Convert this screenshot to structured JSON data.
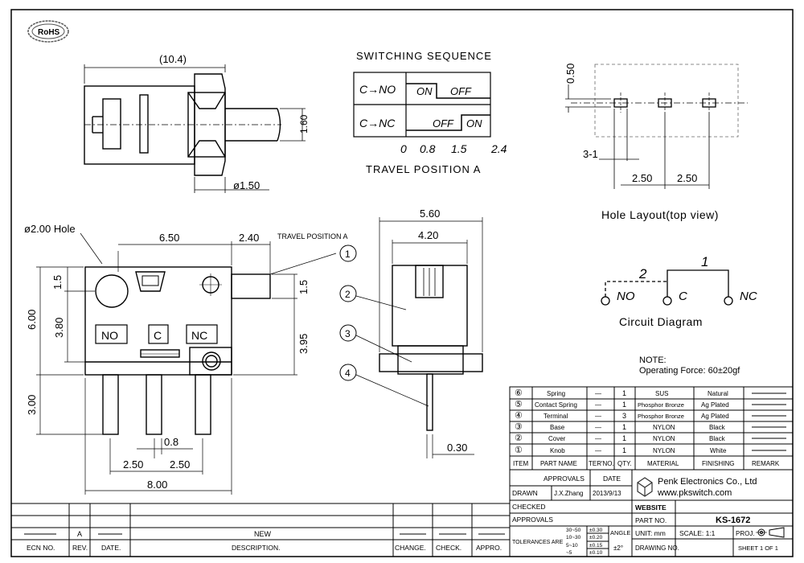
{
  "rohs": "RoHS",
  "top_view": {
    "width": "(10.4)",
    "height": "1.60",
    "dia": "ø1.50"
  },
  "switching": {
    "title": "SWITCHING SEQUENCE",
    "rows": [
      {
        "label": "C→NO",
        "on": "ON",
        "off": "OFF"
      },
      {
        "label": "C→NC",
        "off": "OFF",
        "on": "ON"
      }
    ],
    "travel_values": [
      "0",
      "0.8",
      "1.5",
      "2.4"
    ],
    "travel_label": "TRAVEL POSITION A"
  },
  "hole_layout": {
    "dim_050": "0.50",
    "dim_31": "3-1",
    "dim_250a": "2.50",
    "dim_250b": "2.50",
    "title": "Hole Layout(top view)"
  },
  "front_view": {
    "hole_label": "ø2.00 Hole",
    "dim_650": "6.50",
    "dim_240": "2.40",
    "travel_pos": "TRAVEL POSITION A",
    "dim_15a": "1.5",
    "dim_15b": "1.5",
    "dim_600": "6.00",
    "dim_380": "3.80",
    "dim_395": "3.95",
    "dim_300": "3.00",
    "dim_08": "0.8",
    "dim_250a": "2.50",
    "dim_250b": "2.50",
    "dim_800": "8.00",
    "pins": [
      "NO",
      "C",
      "NC"
    ]
  },
  "side_view": {
    "dim_560": "5.60",
    "dim_420": "4.20",
    "dim_030": "0.30",
    "callouts": [
      "1",
      "2",
      "3",
      "4"
    ]
  },
  "circuit": {
    "num2": "2",
    "num1": "1",
    "no": "NO",
    "c": "C",
    "nc": "NC",
    "title": "Circuit Diagram"
  },
  "note": {
    "title": "NOTE:",
    "text": "Operating Force: 60±20gf"
  },
  "bom": {
    "rows": [
      {
        "no": "⑥",
        "name": "Spring",
        "ter": "—",
        "qty": "1",
        "material": "SUS",
        "finishing": "Natural"
      },
      {
        "no": "⑤",
        "name": "Contact Spring",
        "ter": "—",
        "qty": "1",
        "material": "Phosphor Bronze",
        "finishing": "Ag Plated"
      },
      {
        "no": "④",
        "name": "Terminal",
        "ter": "—",
        "qty": "3",
        "material": "Phosphor Bronze",
        "finishing": "Ag Plated"
      },
      {
        "no": "③",
        "name": "Base",
        "ter": "—",
        "qty": "1",
        "material": "NYLON",
        "finishing": "Black"
      },
      {
        "no": "②",
        "name": "Cover",
        "ter": "—",
        "qty": "1",
        "material": "NYLON",
        "finishing": "Black"
      },
      {
        "no": "①",
        "name": "Knob",
        "ter": "—",
        "qty": "1",
        "material": "NYLON",
        "finishing": "White"
      }
    ],
    "headers": [
      "ITEM",
      "PART NAME",
      "TER'NO.",
      "QTY.",
      "MATERIAL",
      "FINISHING",
      "REMARK"
    ]
  },
  "title_block": {
    "approvals": "APPROVALS",
    "date": "DATE",
    "drawn": "DRAWN",
    "drawn_by": "J.X.Zhang",
    "drawn_date": "2013/9/13",
    "checked": "CHECKED",
    "approvals2": "APPROVALS",
    "tolerances": "TOLERANCES ARE",
    "tol_ranges": [
      "30~50",
      "10~30",
      "5~10",
      "~5"
    ],
    "tol_values": [
      "±0.30",
      "±0.20",
      "±0.15",
      "±0.10"
    ],
    "angle": "ANGLE",
    "angle_val": "±2°",
    "company": "Penk Electronics Co., Ltd",
    "website_url": "www.pkswitch.com",
    "website": "WEBSITE",
    "part_no": "PART NO.",
    "part_value": "KS-1672",
    "unit": "UNIT: mm",
    "scale": "SCALE: 1:1",
    "proj": "PROJ.",
    "drawing_no": "DRAWING NO.",
    "sheet": "SHEET  1 OF 1"
  },
  "revision": {
    "rev_letter": "A",
    "new_text": "NEW",
    "headers": [
      "ECN NO.",
      "REV.",
      "DATE.",
      "DESCRIPTION.",
      "CHANGE.",
      "CHECK.",
      "APPRO."
    ]
  }
}
